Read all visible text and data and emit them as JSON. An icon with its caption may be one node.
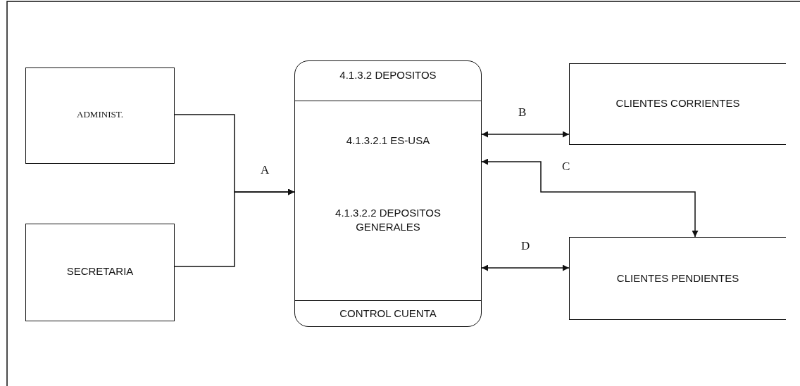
{
  "diagram": {
    "nodes": [
      {
        "text": [
          "ADMINIST."
        ]
      },
      {
        "text": [
          "SECRETARIA"
        ]
      },
      {
        "text": [
          "4.1.3.2 DEPOSITOS",
          "4.1.3.2.1 ES-USA",
          "4.1.3.2.2 DEPOSITOS GENERALES",
          "CONTROL CUENTA"
        ]
      },
      {
        "text": [
          "CLIENTES CORRIENTES"
        ]
      },
      {
        "text": [
          "CLIENTES PENDIENTES"
        ]
      }
    ],
    "edges": [
      {
        "from": 0,
        "to": 2,
        "arrow": "to",
        "label": "A"
      },
      {
        "from": 1,
        "to": 2,
        "arrow": "to"
      },
      {
        "from": 2,
        "to": 3,
        "arrow": "both",
        "label": "B"
      },
      {
        "from": 2,
        "to": 4,
        "arrow": "both",
        "label": "C"
      },
      {
        "from": 2,
        "to": 4,
        "arrow": "both",
        "label": "D"
      }
    ]
  }
}
